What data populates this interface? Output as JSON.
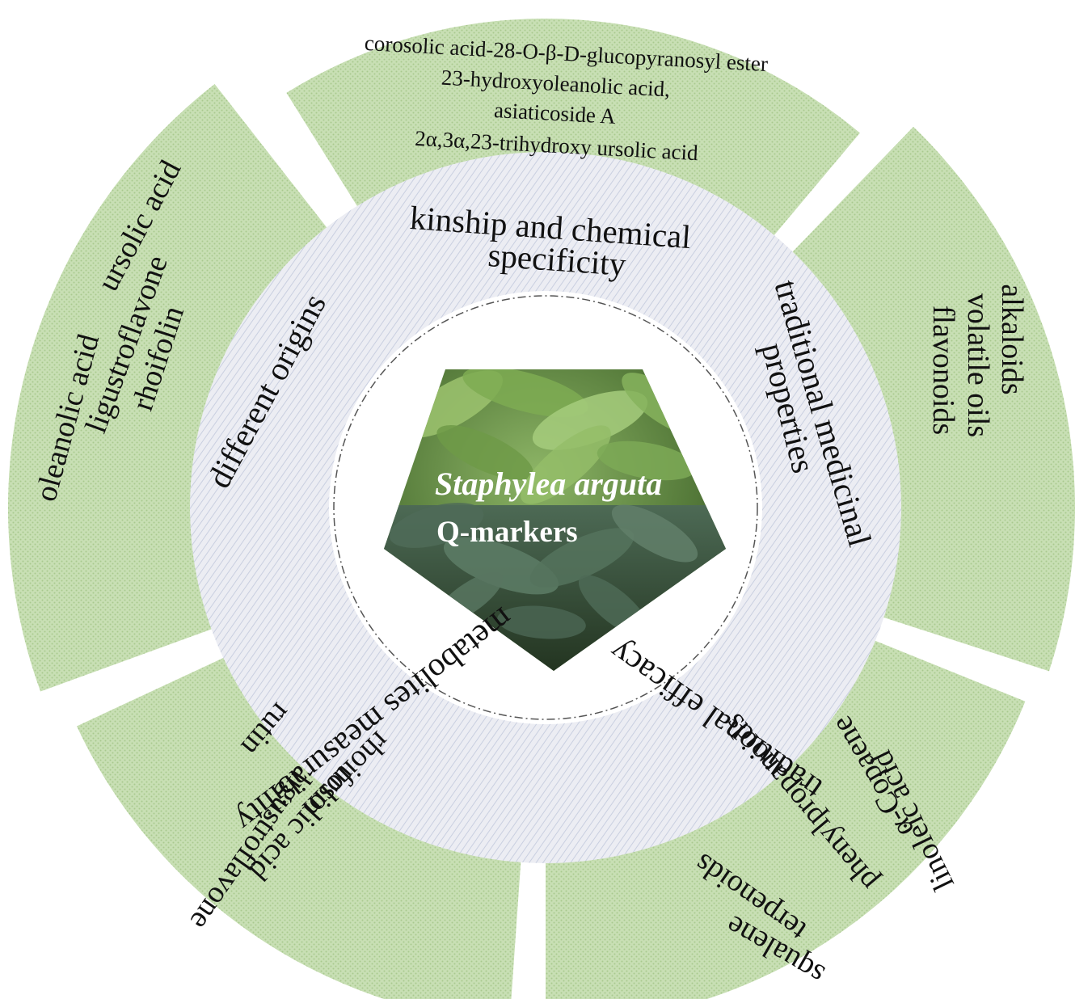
{
  "colors": {
    "outer_ring": "#c8dfb4",
    "outer_dot": "#a9c98f",
    "middle_ring": "#ecedf3",
    "middle_stripe": "#c9cfe0",
    "leaf_dark": "#3e5e2e",
    "leaf_light": "#7ea35b",
    "center_text": "#ffffff"
  },
  "center": {
    "title": "Staphylea arguta",
    "subtitle": "Q-markers"
  },
  "middle_ring": {
    "labels": [
      {
        "id": "kinship",
        "text": "kinship and chemical specificity",
        "lines": [
          "kinship and chemical",
          "specificity"
        ]
      },
      {
        "id": "medicinal",
        "text": "traditional medicinal properties",
        "lines": [
          "traditional medicinal",
          "properties"
        ]
      },
      {
        "id": "efficacy",
        "text": "traditional efficacy"
      },
      {
        "id": "measurability",
        "text": "metabolites measurability"
      },
      {
        "id": "origins",
        "text": "different origins"
      }
    ]
  },
  "outer_ring": {
    "top": [
      "corosolic acid-28-O-β-D-glucopyranosyl ester",
      "23-hydroxyoleanolic acid,",
      "asiaticoside A",
      "2α,3α,23-trihydroxy ursolic acid"
    ],
    "right": [
      "alkaloids",
      "volatile oils",
      "flavonoids"
    ],
    "bottom_right": [
      "linoleic acid",
      "α-Copaene",
      "phenylpropanoids",
      "terpenoids",
      "squalene"
    ],
    "bottom_left": [
      "rhoifolin",
      "rutin",
      "ursolic acid",
      "ligustroflavone"
    ],
    "left": [
      "ursolic acid",
      "ligustroflavone",
      "rhoifolin",
      "oleanolic acid"
    ]
  }
}
